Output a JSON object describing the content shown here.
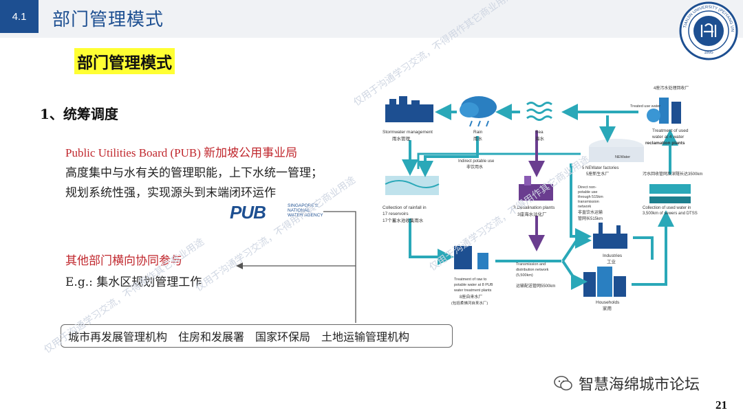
{
  "header": {
    "section_number": "4.1",
    "title": "部门管理模式"
  },
  "slide_title": "部门管理模式",
  "section_heading": "1、统筹调度",
  "pub": {
    "heading": "Public Utilities Board (PUB) 新加坡公用事业局",
    "lines": [
      "高度集中与水有关的管理职能，上下水统一管理；",
      "规划系统性强，实现源头到末端闭环运作"
    ],
    "logo_mark": "PUB",
    "logo_tagline": "SINGAPORE'S NATIONAL WATER AGENCY"
  },
  "other_agencies": {
    "heading": "其他部门横向协同参与",
    "example": "E.g.: 集水区规划管理工作",
    "boxed": [
      "城市再发展管理机构",
      "住房和发展署",
      "国家环保局",
      "土地运输管理机构"
    ]
  },
  "diagram": {
    "labels": {
      "stormwater_en": "Stormwater management",
      "stormwater_zh": "雨水管理",
      "rain_en": "Rain",
      "rain_zh": "雨水",
      "sea_en": "Sea",
      "sea_zh": "海水",
      "treated_en": "Treated use water",
      "reclaim_top_zh": "4座污水处理回收厂",
      "reclaim_en1": "Treatment of used",
      "reclaim_en2": "water at 4 water",
      "reclaim_en3": "reclamation plants",
      "indirect_en": "Indirect potable use",
      "indirect_zh": "非饮用水",
      "newater_en": "5 NEWater factories",
      "newater_zh": "5座新生水厂",
      "sewer_zh": "污水回收管网及深隧长达3500km",
      "rainfall_en1": "Collection of rainfall in",
      "rainfall_en2": "17 reservoirs",
      "rainfall_zh": "17个蓄水池收集雨水",
      "desal_en": "3 Desalination plants",
      "desal_zh": "3座海水淡化厂",
      "direct_en1": "Direct non-",
      "direct_en2": "potable use",
      "direct_en3": "through 515km",
      "direct_en4": "transmission",
      "direct_en5": "network",
      "direct_zh1": "非直饮水运输",
      "direct_zh2": "管网长515km",
      "usedwater_en1": "Collection of used water in",
      "usedwater_en2": "3,500km of sewers and DTSS",
      "industries_en": "Industries",
      "industries_zh": "工业",
      "households_en": "Households",
      "households_zh": "家用",
      "treatment_en1": "Treatment of raw to",
      "treatment_en2": "potable water at 8 PUB",
      "treatment_en3": "water treatment plants",
      "treatment_zh1": "8座自来水厂",
      "treatment_zh2": "(包括柔佛河自来水厂)",
      "distribution_en1": "Transmission and",
      "distribution_en2": "distribution network",
      "distribution_en3": "(5,500km)",
      "distribution_zh": "运输配送管网5500km",
      "newater_brand": "NEWater"
    },
    "colors": {
      "arrow": "#2aa8b8",
      "purple_arrow": "#6a3d8f",
      "navy": "#1d4f91"
    }
  },
  "watermark": "仅用于沟通学习交流，不得用作其它商业用途",
  "footer": {
    "brand": "智慧海绵城市论坛",
    "page_number": "21"
  }
}
